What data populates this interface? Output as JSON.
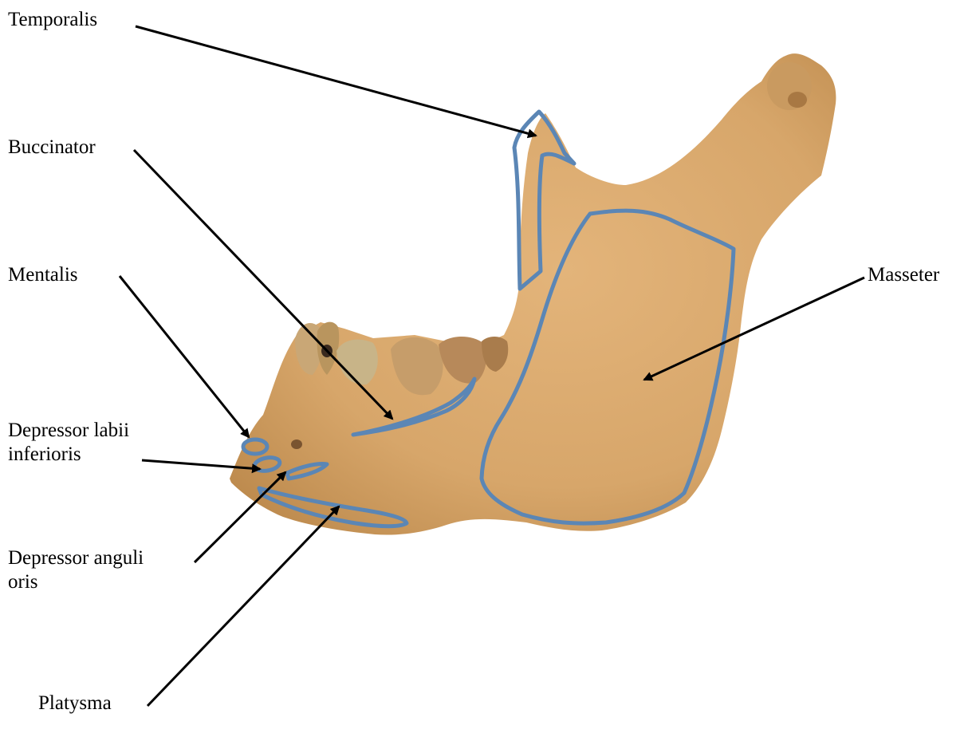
{
  "labels": {
    "temporalis": "Temporalis",
    "buccinator": "Buccinator",
    "mentalis": "Mentalis",
    "depressor_labii": [
      "Depressor labii",
      "inferioris"
    ],
    "depressor_anguli": [
      "Depressor anguli",
      "oris"
    ],
    "platysma": "Platysma",
    "masseter": "Masseter"
  },
  "colors": {
    "bone": "#d7a66a",
    "bone_dark": "#b98649",
    "muscle_outline": "#5b86b5",
    "tooth": "#c9a776",
    "leader_line": "#000000"
  }
}
